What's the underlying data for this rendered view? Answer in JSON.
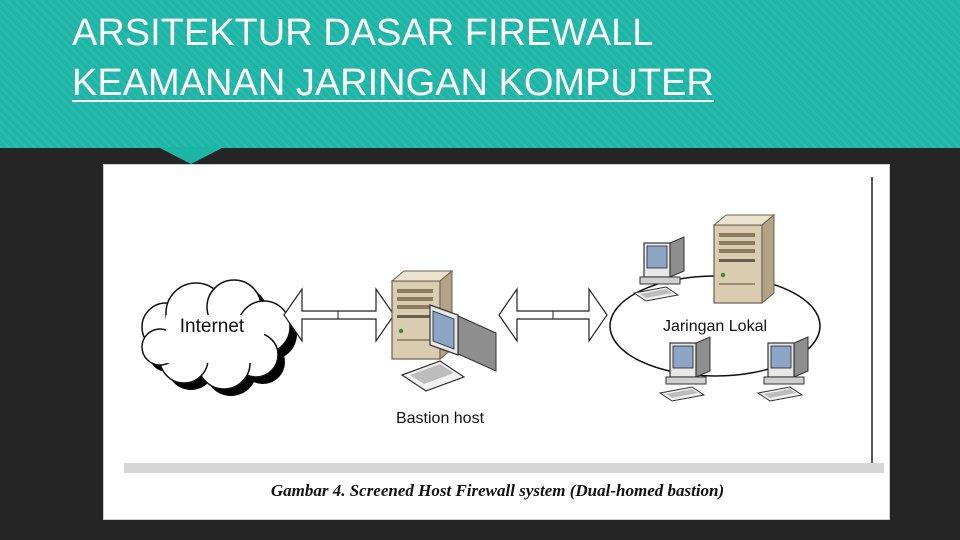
{
  "slide": {
    "title_line1": "ARSITEKTUR DASAR FIREWALL",
    "title_line2": "KEAMANAN JARINGAN KOMPUTER"
  },
  "diagram": {
    "internet_label": "Internet",
    "bastion_label": "Bastion host",
    "lan_label": "Jaringan Lokal",
    "caption": "Gambar 4. Screened Host Firewall system (Dual-homed bastion)"
  },
  "colors": {
    "header_teal": "#1cb5a6",
    "slide_background": "#252525",
    "server_tan": "#d9ccb0",
    "monitor_screen": "#8ea6c6"
  },
  "icons": {
    "cloud": "internet-cloud-icon",
    "server": "server-tower-icon",
    "workstation": "workstation-icon",
    "arrow": "double-headed-arrow-icon"
  }
}
